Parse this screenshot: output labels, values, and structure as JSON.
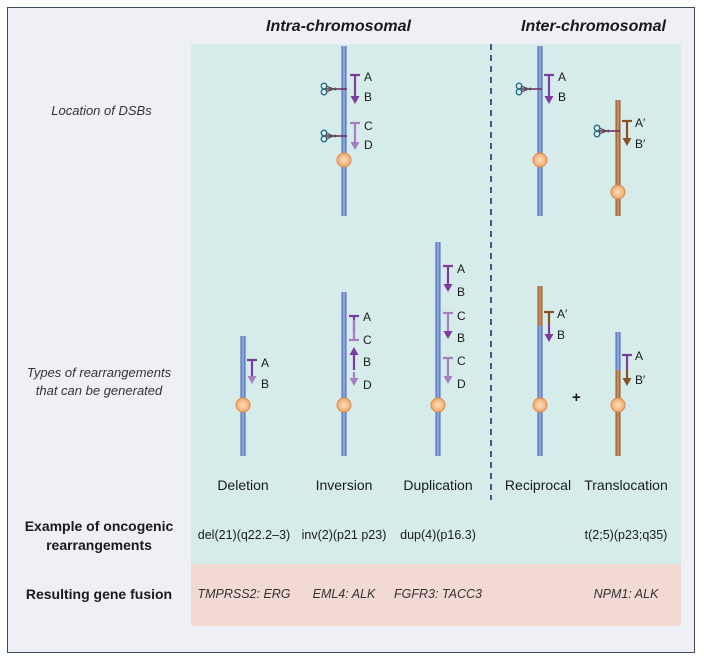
{
  "headers": {
    "intra": "Intra-chromosomal",
    "inter": "Inter-chromosomal"
  },
  "row_labels": {
    "location": "Location of DSBs",
    "types_line1": "Types of rearrangements",
    "types_line2": "that can be generated",
    "example_line1": "Example of oncogenic",
    "example_line2": "rearrangements",
    "fusion": "Resulting gene fusion"
  },
  "columns": [
    {
      "label": "Deletion",
      "example": "del(21)(q22.2–3)",
      "fusion": "TMPRSS2: ERG"
    },
    {
      "label": "Inversion",
      "example": "inv(2)(p21 p23)",
      "fusion": "EML4: ALK"
    },
    {
      "label": "Duplication",
      "example": "dup(4)(p16.3)",
      "fusion": "FGFR3: TACC3"
    },
    {
      "label": "Reciprocal",
      "example": "",
      "fusion": ""
    },
    {
      "label": "Translocation",
      "example": "t(2;5)(p23;q35)",
      "fusion": "NPM1: ALK"
    }
  ],
  "markers": {
    "A": "A",
    "B": "B",
    "C": "C",
    "D": "D",
    "A_prime": "A′",
    "B_prime": "B′",
    "plus": "+"
  },
  "colors": {
    "panel": "#d6ecea",
    "fusion_band": "#f3d9d4",
    "blue_chrom": "#5b7fc8",
    "brown_chrom": "#a66a3a",
    "purple": "#7b3c9e",
    "light_purple": "#a77ec4",
    "centromere": "#f6b982",
    "divider": "#2d4a8a"
  }
}
